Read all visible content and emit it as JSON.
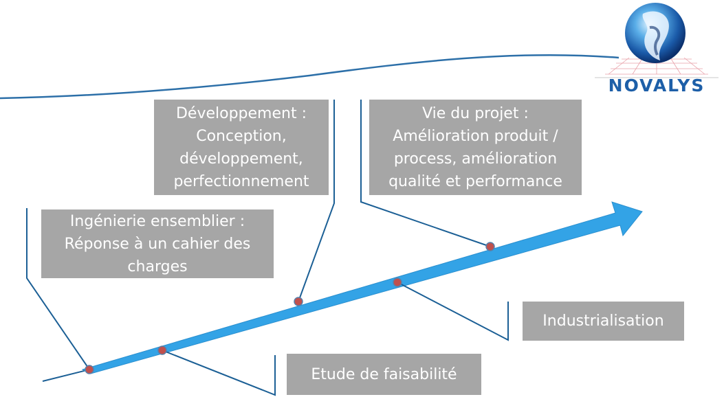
{
  "boxes": {
    "ingenierie": {
      "lines": [
        "Ingénierie ensemblier :",
        "Réponse à un cahier des",
        "charges"
      ]
    },
    "developpement": {
      "lines": [
        "Développement :",
        "Conception,",
        "développement,",
        "perfectionnement"
      ]
    },
    "vie": {
      "lines": [
        "Vie du projet :",
        "Amélioration produit /",
        "process, amélioration",
        "qualité et performance"
      ]
    },
    "industrialisation": {
      "lines": [
        "Industrialisation"
      ]
    },
    "etude": {
      "lines": [
        "Etude de faisabilité"
      ]
    }
  },
  "logo": {
    "text": "NOVALYS",
    "name": "novalys-logo"
  },
  "colors": {
    "arrow": "#33a3e6",
    "connector": "#1b5f95",
    "box": "#a6a6a6",
    "milestone": "#c0504d",
    "logo_text": "#1d5fa8"
  }
}
